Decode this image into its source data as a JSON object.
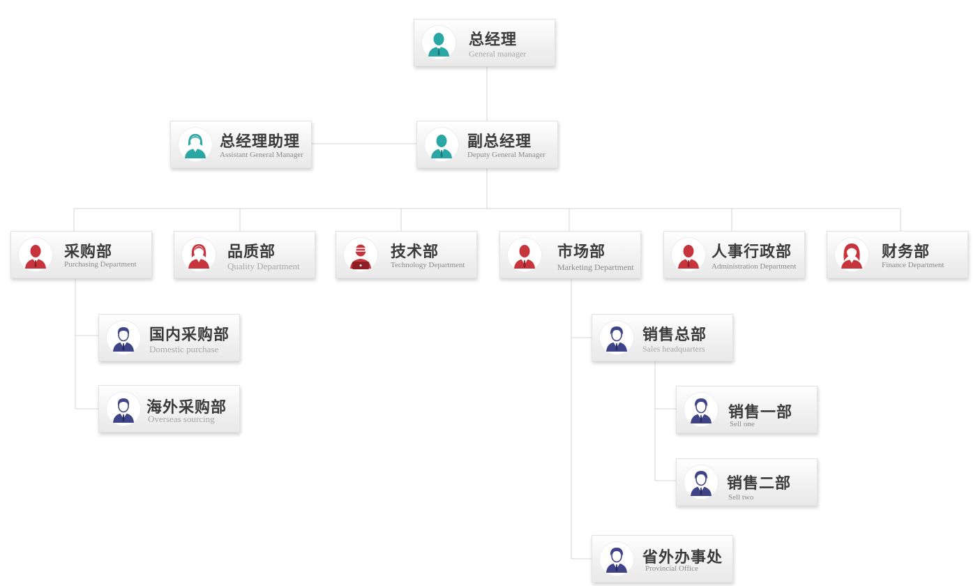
{
  "palette": {
    "teal": "#2aa6a5",
    "red": "#c8343b",
    "navy": "#3f4488",
    "line": "#d6d6d6",
    "title_text": "#3a3a3a",
    "sub_text": "#8a8a8a"
  },
  "nodes": {
    "general_manager": {
      "cn": "总经理",
      "en": "General manager",
      "icon": "male-manager-icon"
    },
    "assistant_gm": {
      "cn": "总经理助理",
      "en": "Assistant General Manager",
      "icon": "female-assistant-icon"
    },
    "deputy_gm": {
      "cn": "副总经理",
      "en": "Deputy General Manager",
      "icon": "male-deputy-icon"
    },
    "purchasing": {
      "cn": "采购部",
      "en": "Purchasing Department",
      "icon": "male-employee-icon"
    },
    "quality": {
      "cn": "品质部",
      "en": "Quality Department",
      "icon": "female-employee-icon"
    },
    "technology": {
      "cn": "技术部",
      "en": "Technology Department",
      "icon": "engineer-laptop-icon"
    },
    "marketing": {
      "cn": "市场部",
      "en": "Marketing Department",
      "icon": "male-employee-icon"
    },
    "administration": {
      "cn": "人事行政部",
      "en": "Administration Department",
      "icon": "male-employee-icon"
    },
    "finance": {
      "cn": "财务部",
      "en": "Finance Department",
      "icon": "female-employee-icon"
    },
    "domestic_purchase": {
      "cn": "国内采购部",
      "en": "Domestic purchase",
      "icon": "male-staff-icon"
    },
    "overseas_sourcing": {
      "cn": "海外采购部",
      "en": "Overseas sourcing",
      "icon": "male-staff-icon"
    },
    "sales_hq": {
      "cn": "销售总部",
      "en": "Sales headquarters",
      "icon": "male-staff-icon"
    },
    "sell_one": {
      "cn": "销售一部",
      "en": "Sell one",
      "icon": "male-staff-icon"
    },
    "sell_two": {
      "cn": "销售二部",
      "en": "Sell two",
      "icon": "male-staff-icon"
    },
    "provincial_office": {
      "cn": "省外办事处",
      "en": "Provincial Office",
      "icon": "male-staff-icon"
    }
  }
}
